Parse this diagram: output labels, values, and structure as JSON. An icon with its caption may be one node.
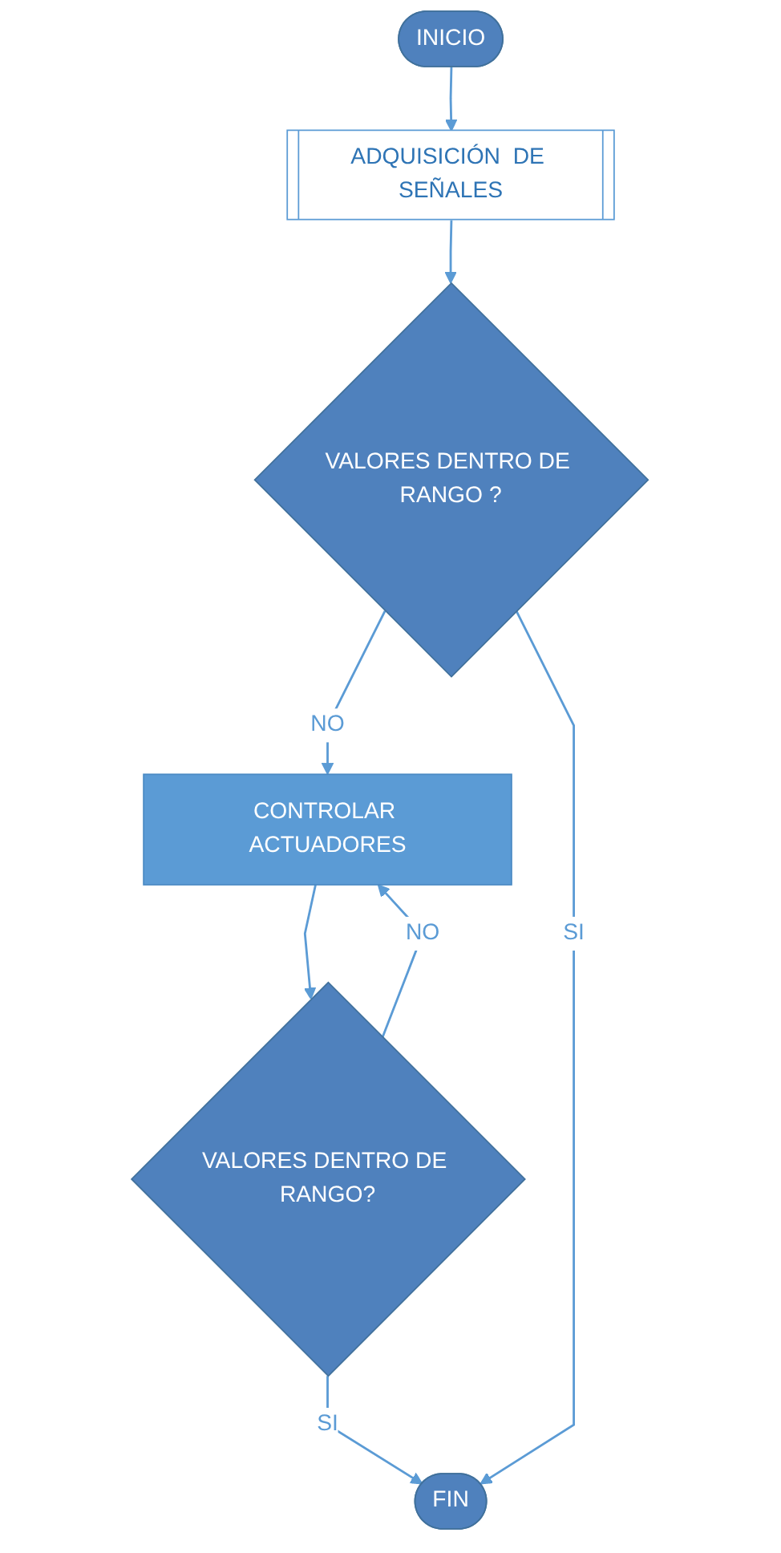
{
  "diagram": {
    "nodes": [
      {
        "text": [
          "INICIO"
        ]
      },
      {
        "text": [
          "ADQUISICIÓN  DE SEÑALES"
        ]
      },
      {
        "text": [
          "VALORES DENTRO DE RANGO ?"
        ]
      },
      {
        "text": [
          "CONTROLAR ACTUADORES"
        ]
      },
      {
        "text": [
          "VALORES DENTRO DE RANGO?"
        ]
      },
      {
        "text": [
          "FIN"
        ]
      }
    ],
    "edges": [
      {
        "from": 0,
        "to": 1,
        "arrow": "to"
      },
      {
        "from": 1,
        "to": 2,
        "arrow": "to"
      },
      {
        "from": 2,
        "to": 3,
        "arrow": "to",
        "label": "NO"
      },
      {
        "from": 3,
        "to": 4,
        "arrow": "to"
      },
      {
        "from": 4,
        "to": 3,
        "arrow": "to",
        "label": "NO"
      },
      {
        "from": 4,
        "to": 5,
        "arrow": "to",
        "label": "SI"
      },
      {
        "from": 2,
        "to": 5,
        "arrow": "to",
        "label": "SI"
      }
    ]
  }
}
